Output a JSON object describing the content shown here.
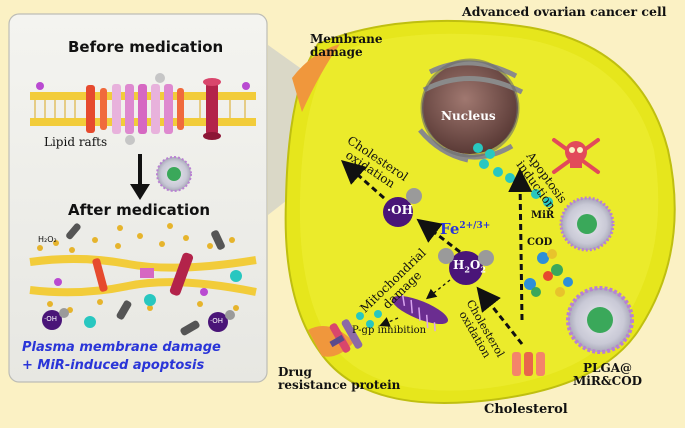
{
  "left_panel": {
    "before_title": "Before medication",
    "lipid_rafts": "Lipid rafts",
    "after_title": "After medication",
    "h2o2_small": "H₂O₂",
    "oh_small_left": "·OH",
    "oh_small_right": "·OH",
    "summary_line1": "Plasma membrane damage",
    "summary_line2": "+ MiR-induced apoptosis"
  },
  "cell": {
    "title": "Advanced ovarian cancer cell",
    "membrane_damage": "Membrane\ndamage",
    "nucleus": "Nucleus",
    "cholesterol_oxidation_top": "Cholesterol\noxidation",
    "oh_radical": "·OH",
    "fe": "Fe",
    "fe_sup": "2+/3+",
    "h2o2": "H",
    "h2o2_sub1": "2",
    "h2o2_mid": "O",
    "h2o2_sub2": "2",
    "mitochondrial_damage": "Mitochondrial\ndamage",
    "pgp_inhibition": "P-gp inhibition",
    "apoptosis_induction": "Apoptosis\ninduction",
    "mir": "MiR",
    "cod": "COD",
    "cholesterol_oxidation_bottom": "Cholesterol\noxidation",
    "drug_resistance": "Drug\nresistance protein",
    "nanoparticle": "PLGA@\nMiR&COD",
    "cholesterol": "Cholesterol"
  },
  "colors": {
    "background": "#fbf1c4",
    "cell_fill": "#e6e61c",
    "membrane_damage": "#f0973c",
    "radical_purple": "#5a1a86",
    "summary_blue": "#2a35d8",
    "skull": "#e24a5a"
  }
}
